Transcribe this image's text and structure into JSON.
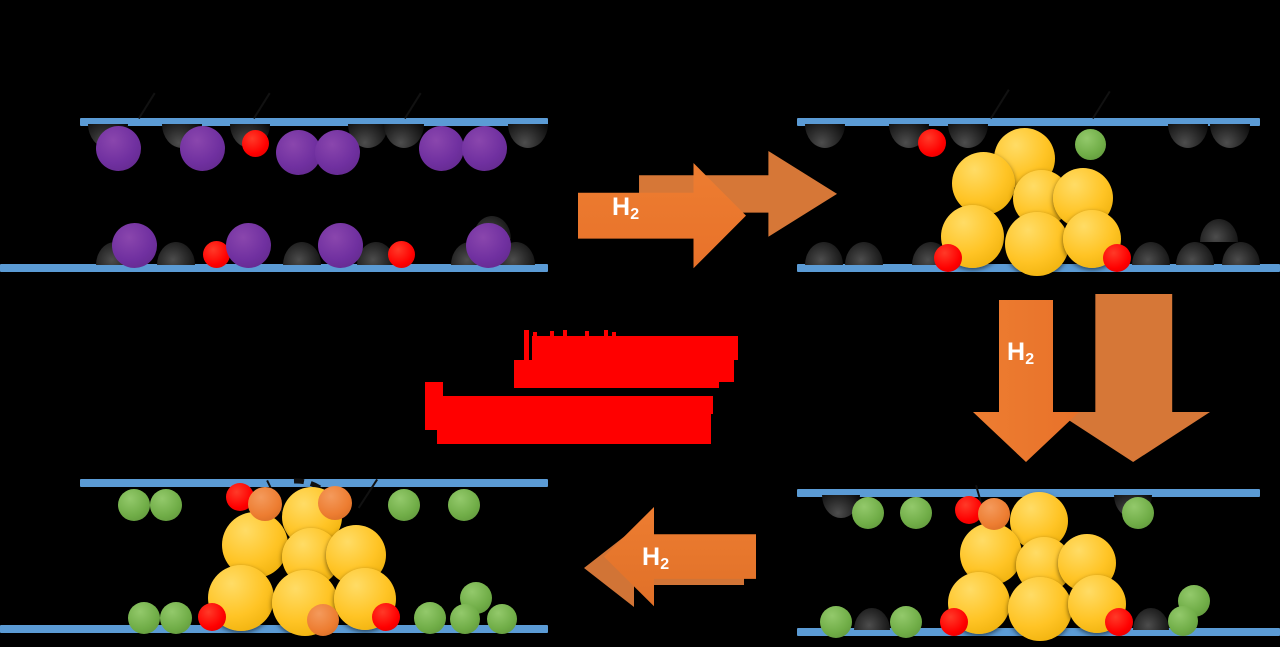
{
  "figure": {
    "type": "reaction-scheme-diagram",
    "background_color": "#000000",
    "caption_text": ""
  },
  "palette": {
    "support_bar": "#5B9BD5",
    "purple_sphere": "#7030A0",
    "gold_sphere": "#FFC425",
    "green_sphere": "#70AD47",
    "orange_sphere": "#ED7D31",
    "red_sphere": "#FF0000",
    "black_sphere": "#2B2B2B",
    "arrow_fill": "#ED7D31",
    "arrow_label_color": "#FFFFFF",
    "annotation_text_color": "#FF0000"
  },
  "panels": [
    {
      "id": "panel-top-left",
      "name": "isolated-metal-cations-in-zeolite",
      "position": "top-left",
      "species": [
        "purple-cation",
        "red-site",
        "black-framework-atom"
      ],
      "has_cluster": false
    },
    {
      "id": "panel-top-right",
      "name": "gold-nanocluster-formed",
      "position": "top-right",
      "species": [
        "gold-nanoparticle",
        "red-site",
        "green-site",
        "black-framework-atom"
      ],
      "has_cluster": true
    },
    {
      "id": "panel-bottom-right",
      "name": "gold-nanocluster-with-green-and-orange-sites",
      "position": "bottom-right",
      "species": [
        "gold-nanoparticle",
        "orange-site",
        "red-site",
        "green-site",
        "black-framework-atom"
      ],
      "has_cluster": true
    },
    {
      "id": "panel-bottom-left",
      "name": "gold-nanocluster-redispersion-state",
      "position": "bottom-left",
      "species": [
        "gold-nanoparticle",
        "orange-site",
        "red-site",
        "green-site"
      ],
      "has_cluster": true,
      "has_dashed_arc": true
    }
  ],
  "arrows": [
    {
      "id": "arrow-right-top",
      "name": "h2-arrow-right",
      "direction": "right",
      "label": "H",
      "label_sub": "2"
    },
    {
      "id": "arrow-down-right",
      "name": "h2-arrow-down",
      "direction": "down",
      "label": "H",
      "label_sub": "2"
    },
    {
      "id": "arrow-left-bottom",
      "name": "h2-arrow-left",
      "direction": "left",
      "label": "H",
      "label_sub": "2"
    }
  ],
  "annotation": {
    "name": "redacted-red-annotation",
    "color": "#FF0000",
    "visible_text": "",
    "state": "obscured"
  }
}
